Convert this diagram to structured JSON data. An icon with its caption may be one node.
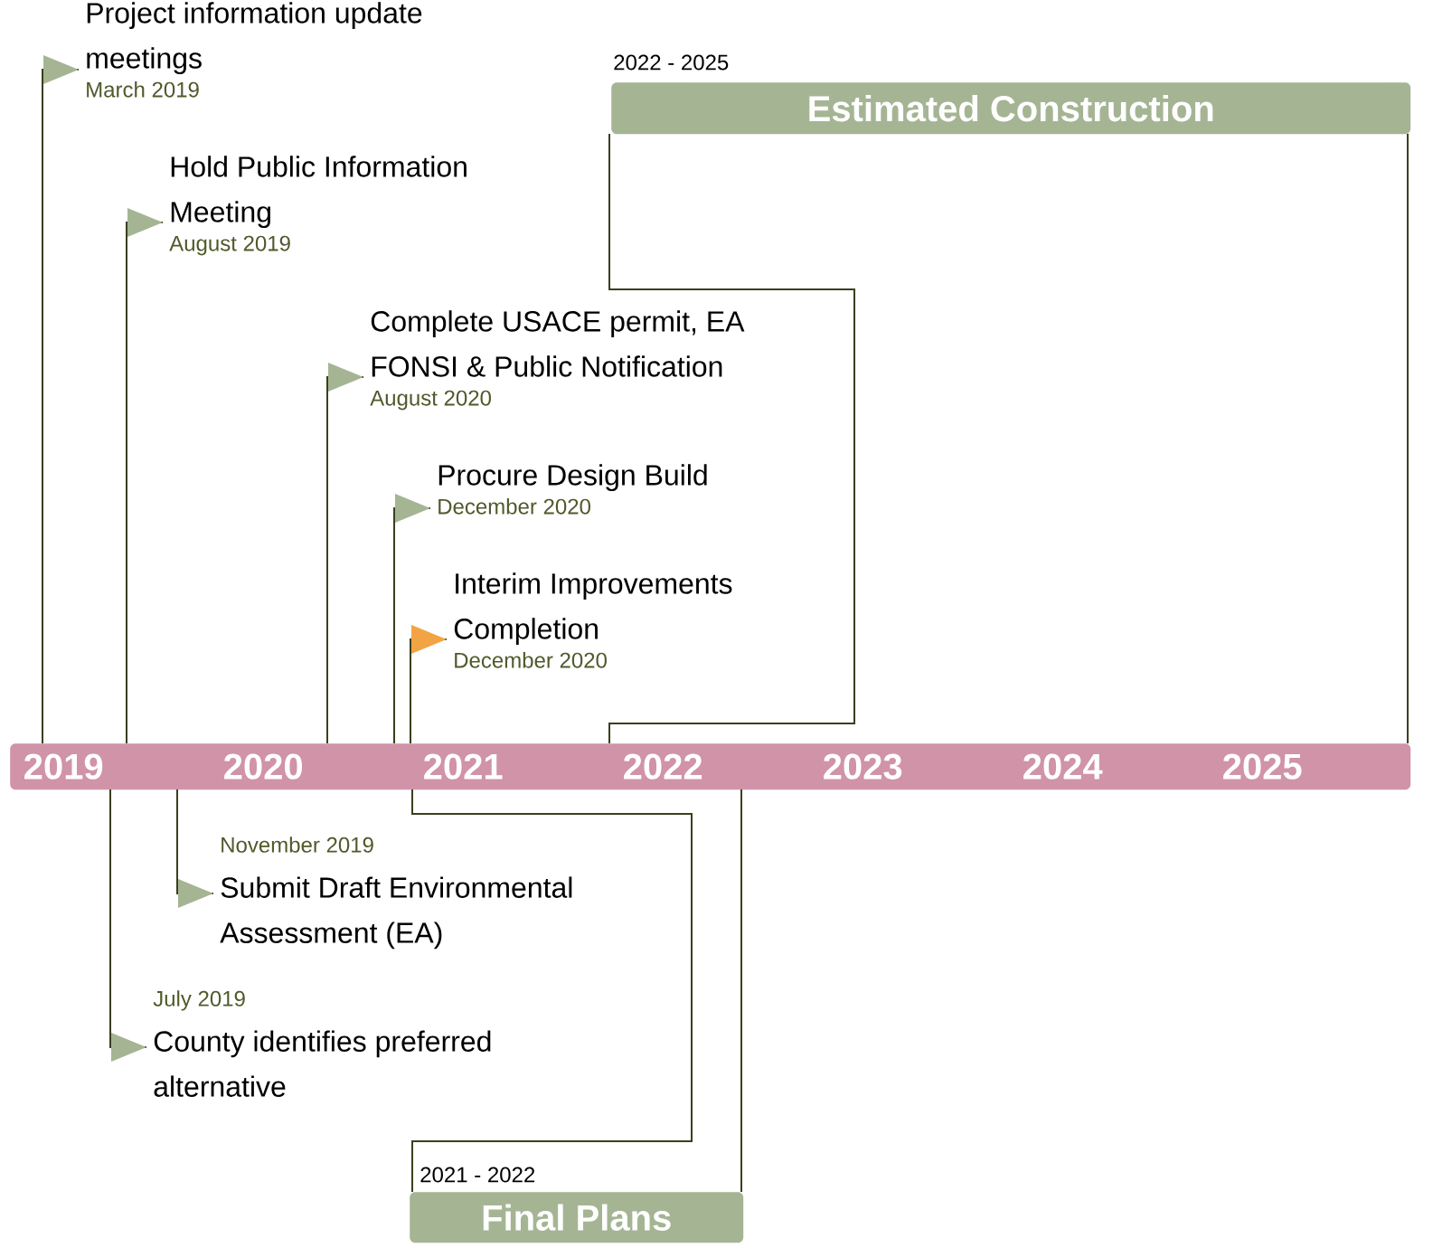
{
  "diagram": {
    "nodes": [
      {
        "text": [
          "Project information update meetings",
          "March 2019"
        ]
      },
      {
        "text": [
          "Hold Public Information Meeting",
          "August 2019"
        ]
      },
      {
        "text": [
          "Complete USACE permit, EA FONSI & Public Notification",
          "August 2020"
        ]
      },
      {
        "text": [
          "Procure Design Build",
          "December 2020"
        ]
      },
      {
        "text": [
          "Interim Improvements Completion",
          "December 2020"
        ]
      },
      {
        "text": [
          "Estimated Construction"
        ],
        "beside": [
          "2022 - 2025"
        ]
      },
      {
        "text": [
          "2019",
          "2020",
          "2021",
          "2022",
          "2023",
          "2024",
          "2025"
        ]
      },
      {
        "text": [
          "November 2019",
          "Submit Draft Environmental Assessment (EA)"
        ]
      },
      {
        "text": [
          "July 2019",
          "County identifies preferred alternative"
        ]
      },
      {
        "text": [
          "Final Plans"
        ],
        "beside": [
          "2021 - 2022"
        ]
      }
    ],
    "edges": [
      {
        "from": 0,
        "to": 6,
        "arrow": "none"
      },
      {
        "from": 1,
        "to": 6,
        "arrow": "none"
      },
      {
        "from": 2,
        "to": 6,
        "arrow": "none"
      },
      {
        "from": 3,
        "to": 6,
        "arrow": "none"
      },
      {
        "from": 4,
        "to": 6,
        "arrow": "none"
      },
      {
        "from": 5,
        "to": 6,
        "arrow": "none"
      },
      {
        "from": 5,
        "to": 6,
        "arrow": "none"
      },
      {
        "from": 7,
        "to": 6,
        "arrow": "none"
      },
      {
        "from": 8,
        "to": 6,
        "arrow": "none"
      },
      {
        "from": 9,
        "to": 6,
        "arrow": "none"
      },
      {
        "from": 9,
        "to": 6,
        "arrow": "none"
      }
    ]
  }
}
